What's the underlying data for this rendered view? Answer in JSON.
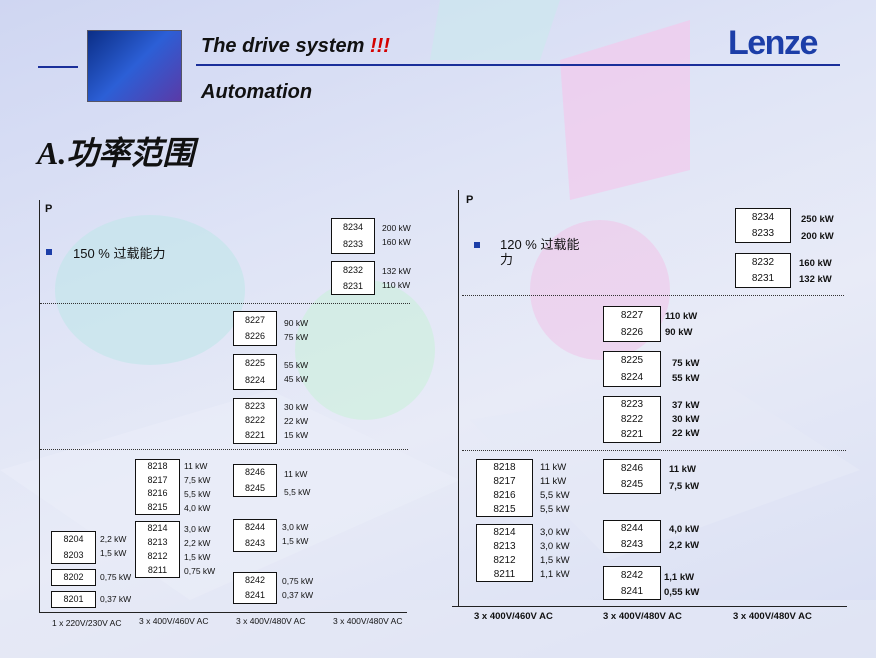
{
  "header": {
    "title": "The drive system ",
    "title_bang": "!!!",
    "subtitle": "Automation",
    "brand": "Lenze",
    "heading": "A.功率范围"
  },
  "left_chart": {
    "axis_label": "P",
    "legend": "150 % 过载能力",
    "x_labels": [
      "1 x 220V/230V AC",
      "3 x 400V/460V AC",
      "3 x 400V/480V AC",
      "3 x 400V/480V AC"
    ],
    "groups": [
      {
        "models": [
          "8234",
          "8233"
        ],
        "powers": [
          "200 kW",
          "160 kW"
        ]
      },
      {
        "models": [
          "8232",
          "8231"
        ],
        "powers": [
          "132 kW",
          "110 kW"
        ]
      },
      {
        "models": [
          "8227",
          "8226"
        ],
        "powers": [
          "90 kW",
          "75 kW"
        ]
      },
      {
        "models": [
          "8225",
          "8224"
        ],
        "powers": [
          "55 kW",
          "45 kW"
        ]
      },
      {
        "models": [
          "8223",
          "8222",
          "8221"
        ],
        "powers": [
          "30 kW",
          "22 kW",
          "15 kW"
        ]
      },
      {
        "models": [
          "8246",
          "8245"
        ],
        "powers": [
          "11 kW",
          "5,5 kW"
        ]
      },
      {
        "models": [
          "8244",
          "8243"
        ],
        "powers": [
          "3,0 kW",
          "1,5 kW"
        ]
      },
      {
        "models": [
          "8242",
          "8241"
        ],
        "powers": [
          "0,75 kW",
          "0,37 kW"
        ]
      },
      {
        "models": [
          "8218",
          "8217",
          "8216",
          "8215"
        ],
        "powers": [
          "11 kW",
          "7,5 kW",
          "5,5 kW",
          "4,0 kW"
        ]
      },
      {
        "models": [
          "8214",
          "8213",
          "8212",
          "8211"
        ],
        "powers": [
          "3,0 kW",
          "2,2 kW",
          "1,5 kW",
          "0,75 kW"
        ]
      },
      {
        "models": [
          "8204",
          "8203"
        ],
        "powers": [
          "2,2 kW",
          "1,5 kW"
        ]
      },
      {
        "models": [
          "8202"
        ],
        "powers": [
          "0,75 kW"
        ]
      },
      {
        "models": [
          "8201"
        ],
        "powers": [
          "0,37 kW"
        ]
      }
    ]
  },
  "right_chart": {
    "axis_label": "P",
    "legend": "120 % 过载能力",
    "x_labels": [
      "3 x 400V/460V AC",
      "3 x 400V/480V AC",
      "3 x 400V/480V AC"
    ],
    "groups": [
      {
        "models": [
          "8234",
          "8233"
        ],
        "powers": [
          "250 kW",
          "200 kW"
        ]
      },
      {
        "models": [
          "8232",
          "8231"
        ],
        "powers": [
          "160 kW",
          "132 kW"
        ]
      },
      {
        "models": [
          "8227",
          "8226"
        ],
        "powers": [
          "110 kW",
          "90 kW"
        ]
      },
      {
        "models": [
          "8225",
          "8224"
        ],
        "powers": [
          "75 kW",
          "55 kW"
        ]
      },
      {
        "models": [
          "8223",
          "8222",
          "8221"
        ],
        "powers": [
          "37 kW",
          "30 kW",
          "22 kW"
        ]
      },
      {
        "models": [
          "8246",
          "8245"
        ],
        "powers": [
          "11 kW",
          "7,5 kW"
        ]
      },
      {
        "models": [
          "8244",
          "8243"
        ],
        "powers": [
          "4,0 kW",
          "2,2 kW"
        ]
      },
      {
        "models": [
          "8242",
          "8241"
        ],
        "powers": [
          "1,1 kW",
          "0,55 kW"
        ]
      },
      {
        "models": [
          "8218",
          "8217",
          "8216",
          "8215"
        ],
        "powers": [
          "11 kW",
          "11 kW",
          "5,5 kW",
          "5,5 kW"
        ]
      },
      {
        "models": [
          "8214",
          "8213",
          "8212",
          "8211"
        ],
        "powers": [
          "3,0 kW",
          "3,0 kW",
          "1,5 kW",
          "1,1 kW"
        ]
      }
    ]
  }
}
